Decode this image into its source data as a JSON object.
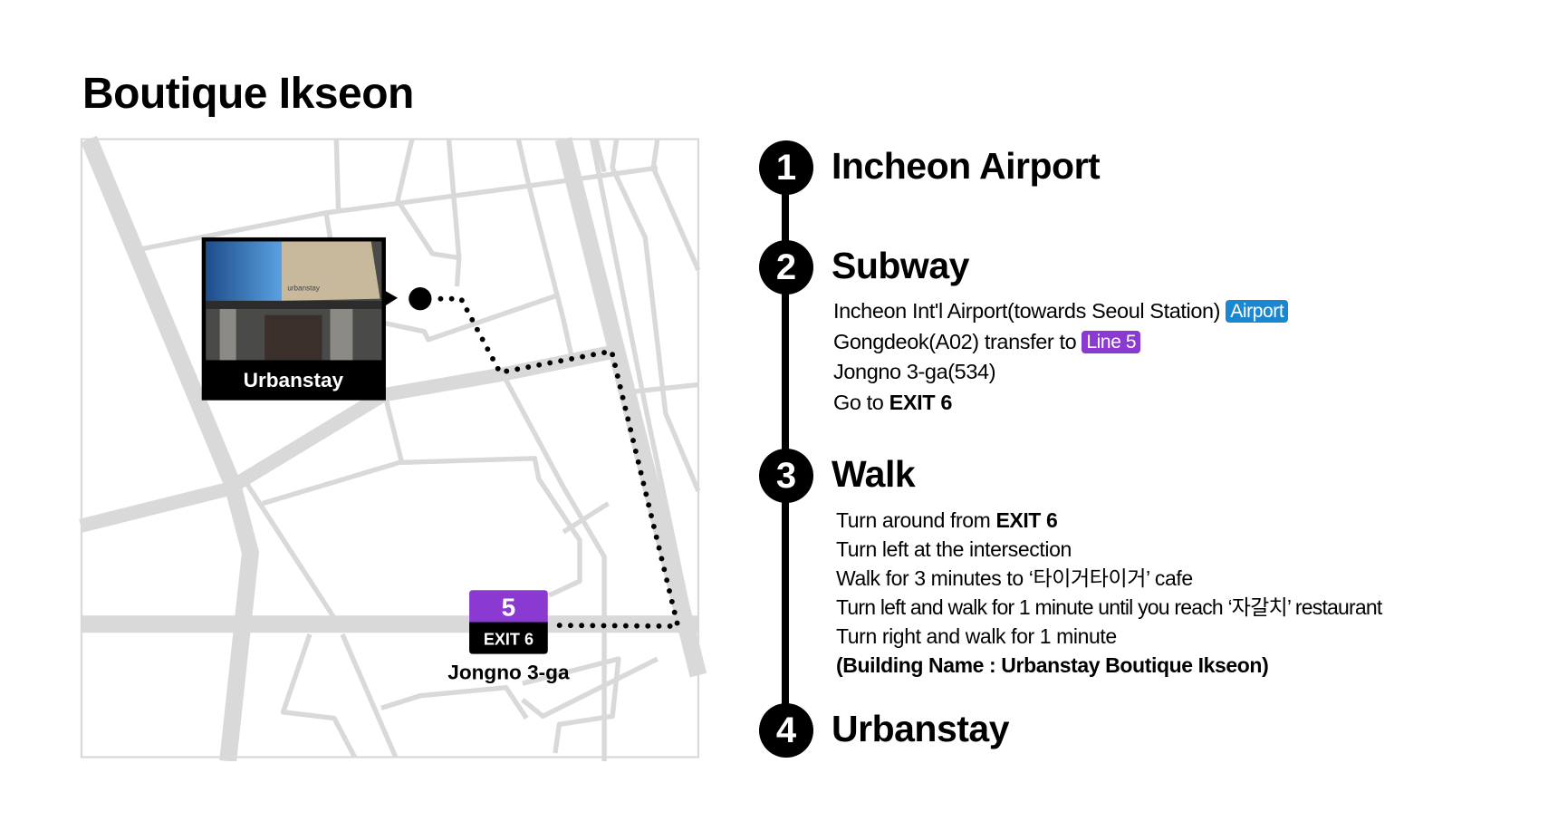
{
  "title": "Boutique Ikseon",
  "map": {
    "photo_label": "Urbanstay",
    "photo_sign_text": "urbanstay",
    "station_line_number": "5",
    "station_exit": "EXIT 6",
    "station_name": "Jongno 3-ga",
    "colors": {
      "road": "#d9d9d9",
      "line5": "#8a3ad1",
      "route": "#000000"
    }
  },
  "steps": [
    {
      "number": "1",
      "heading": "Incheon Airport"
    },
    {
      "number": "2",
      "heading": "Subway",
      "lines": [
        {
          "text": "Incheon Int'l Airport(towards Seoul Station) ",
          "badge": "Airport",
          "badge_color": "#1a87d0"
        },
        {
          "text": "Gongdeok(A02) transfer to ",
          "badge": "Line 5",
          "badge_color": "#8a3ad1"
        },
        {
          "text": "Jongno 3-ga(534)"
        },
        {
          "text": "Go to ",
          "bold": "EXIT 6"
        }
      ]
    },
    {
      "number": "3",
      "heading": "Walk",
      "lines": [
        {
          "text": "Turn around from ",
          "bold": "EXIT 6"
        },
        {
          "text": "Turn left at the intersection"
        },
        {
          "text": "Walk for 3 minutes to ‘타이거타이거’ cafe"
        },
        {
          "text": "Turn left and walk for 1 minute until you reach ‘자갈치’ restaurant"
        },
        {
          "text": "Turn right and walk for 1 minute"
        },
        {
          "bold": "(Building Name : Urbanstay Boutique Ikseon)"
        }
      ]
    },
    {
      "number": "4",
      "heading": "Urbanstay"
    }
  ]
}
